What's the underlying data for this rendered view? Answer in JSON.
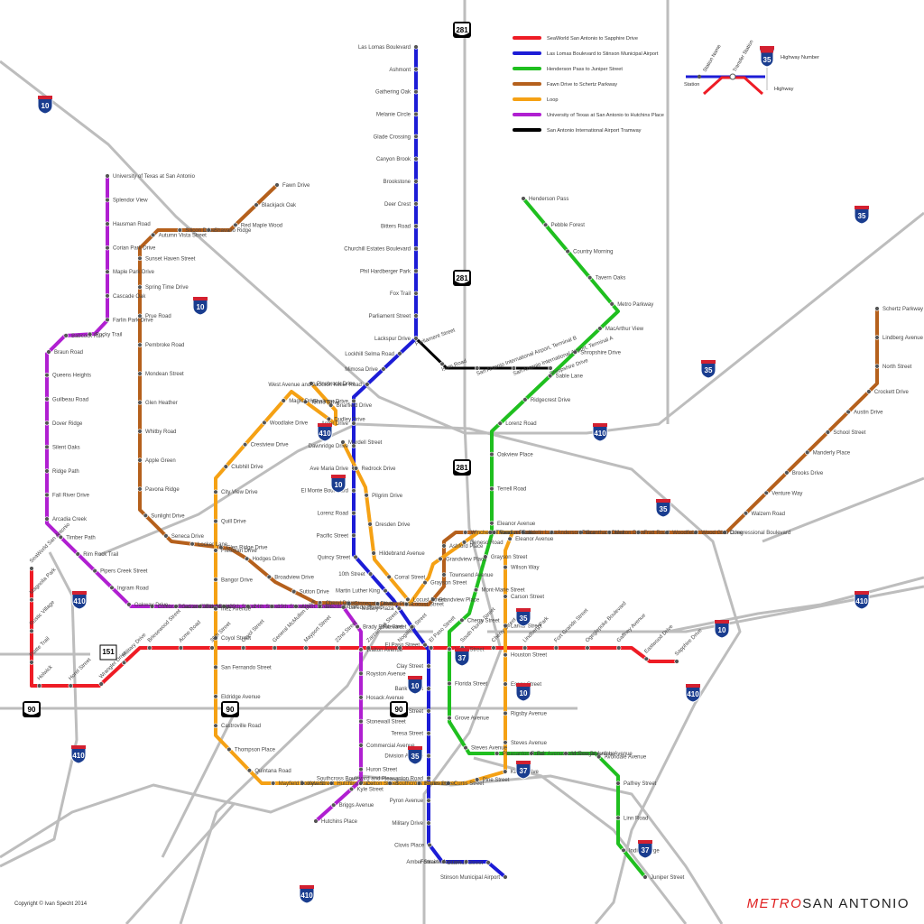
{
  "legend": {
    "lines": [
      {
        "id": "red",
        "color": "#ee1c25",
        "label": "SeaWorld San Antonio to Sapphire Drive"
      },
      {
        "id": "blue",
        "color": "#1c1cd6",
        "label": "Las Lomas Boulevard to Stinson Municipal Airport"
      },
      {
        "id": "green",
        "color": "#1fbf1f",
        "label": "Henderson Pass to Juniper Street"
      },
      {
        "id": "brown",
        "color": "#b5601c",
        "label": "Fawn Drive to Schertz Parkway"
      },
      {
        "id": "orange",
        "color": "#f5a114",
        "label": "Loop"
      },
      {
        "id": "purple",
        "color": "#b01fd1",
        "label": "University of Texas at San Antonio to Hutchins Place"
      },
      {
        "id": "black",
        "color": "#000000",
        "label": "San Antonio International Airport Tramway"
      }
    ],
    "key": {
      "station_name": "Station Name",
      "transfer_station": "Transfer Station",
      "station": "Station",
      "highway_number": "Highway Number",
      "highway": "Highway",
      "sample_shield": "35"
    }
  },
  "shields": [
    {
      "type": "interstate",
      "num": "10"
    },
    {
      "type": "interstate",
      "num": "10"
    },
    {
      "type": "interstate",
      "num": "10"
    },
    {
      "type": "interstate",
      "num": "10"
    },
    {
      "type": "interstate",
      "num": "10"
    },
    {
      "type": "interstate",
      "num": "10"
    },
    {
      "type": "interstate",
      "num": "35"
    },
    {
      "type": "interstate",
      "num": "35"
    },
    {
      "type": "interstate",
      "num": "35"
    },
    {
      "type": "interstate",
      "num": "35"
    },
    {
      "type": "interstate",
      "num": "35"
    },
    {
      "type": "interstate",
      "num": "35"
    },
    {
      "type": "interstate",
      "num": "37"
    },
    {
      "type": "interstate",
      "num": "37"
    },
    {
      "type": "interstate",
      "num": "37"
    },
    {
      "type": "interstate",
      "num": "410"
    },
    {
      "type": "interstate",
      "num": "410"
    },
    {
      "type": "interstate",
      "num": "410"
    },
    {
      "type": "interstate",
      "num": "410"
    },
    {
      "type": "interstate",
      "num": "410"
    },
    {
      "type": "interstate",
      "num": "410"
    },
    {
      "type": "interstate",
      "num": "410"
    },
    {
      "type": "us",
      "num": "281"
    },
    {
      "type": "us",
      "num": "281"
    },
    {
      "type": "us",
      "num": "281"
    },
    {
      "type": "us",
      "num": "90"
    },
    {
      "type": "us",
      "num": "90"
    },
    {
      "type": "us",
      "num": "90"
    },
    {
      "type": "state",
      "num": "151"
    }
  ],
  "stations": {
    "red": [
      "SeaWorld San Antonio",
      "Magnolia Park",
      "Rustic Village",
      "Platte Trail",
      "Holwick",
      "Horel Street",
      "Wrangler Drive",
      "Military Drive",
      "Briesewood Street",
      "Acme Road",
      "36th Street",
      "Coyol Street",
      "General McMullen Drive",
      "Mayport Street",
      "22nd Street",
      "Zarzamora Street",
      "Nogalitos Street",
      "El Paso Street",
      "South Flores Street",
      "Cherry Street",
      "Lindberg Park",
      "Fort Grande Street",
      "Ogeglepoke Boulevard",
      "Gaffney Avenue",
      "Eastwood Drive",
      "Sapphire Drive"
    ],
    "blue": [
      "Las Lomas Boulevard",
      "Ashmont",
      "Gathering Oak",
      "Melanie Circle",
      "Glade Crossing",
      "Canyon Brook",
      "Brookstone",
      "Deer Crest",
      "Bitters Road",
      "Churchill Estates Boulevard",
      "Phil Hardberger Park",
      "Fox Trail",
      "Parliament Street",
      "Lackspur Drive",
      "Lockhill Selma Road",
      "Mimosa Drive",
      "West Avenue and Jackson Keller Road",
      "Shalimar Drive",
      "Anter Drive",
      "Dawnridge Drive",
      "Ave Maria Drive",
      "El Monte Boulevard",
      "Lorenz Road",
      "Pacific Street",
      "Quincy Street",
      "10th Street",
      "Martin Luther King",
      "Military Plaza",
      "Fio Street",
      "El Paso Street",
      "Clay Street",
      "Bank Street",
      "Rigford Street",
      "Teresa Street",
      "Division Avenue",
      "Southcross Boulevard and Pleasanton Road",
      "Pyron Avenue",
      "Military Drive",
      "Clovis Place",
      "Amber Street",
      "Fontaine Avenue",
      "Cadmus Street",
      "Stinson Municipal Airport"
    ],
    "green": [
      "Henderson Pass",
      "Pebble Forest",
      "Country Morning",
      "Tavern Oaks",
      "Metro Parkway",
      "MacArthur View",
      "Shropshire Drive",
      "Sable Lane",
      "Ridgecrest Drive",
      "Lorenz Road",
      "Oakview Place",
      "Terrell Road",
      "Eleanor Avenue",
      "Grayson Street",
      "Mont-Marie Street",
      "Cherry Street",
      "Leigh Street",
      "Florida Street",
      "Grove Avenue",
      "Steves Avenue",
      "Pleasanton Road",
      "Fair Avenue and New Braunfels Avenue",
      "McDougal Avenue",
      "Avondale Avenue",
      "Palfrey Street",
      "Linn Road",
      "Indian Forge",
      "Juniper Street"
    ],
    "brown": [
      "Fawn Drive",
      "Blackjack Oak",
      "Red Maple Wood",
      "Shavano Ridge",
      "Silicon Drive",
      "Autumn Vista Street",
      "Sunset Haven Street",
      "Spring Time Drive",
      "Prue Road",
      "Pembroke Road",
      "Mondean Street",
      "Glen Heather",
      "Whitby Road",
      "Apple Green",
      "Pavona Ridge",
      "Sunlight Drive",
      "Seneca Drive",
      "Locker Lane",
      "Glen Ridge Drive",
      "Hodges Drive",
      "Broadview Drive",
      "Sutton Drive",
      "Cheryl Drive",
      "Stonegate Drive",
      "Ashby Place",
      "Locust Street",
      "Grandview Place",
      "Townsend Avenue",
      "Ashford Place",
      "Winchester Road",
      "Vandiver Road",
      "Kaelin Lane",
      "Anderson Place",
      "Grantham Drive",
      "Melton Drive",
      "Fratt Road",
      "Woodfield",
      "Wood Glen Drive",
      "Congressional Boulevard",
      "Walzem Road",
      "Venture Way",
      "Brooks Drive",
      "Manderly Place",
      "School Street",
      "Austin Drive",
      "Crockett Drive",
      "North Street",
      "Lindberg Avenue",
      "Schertz Parkway"
    ],
    "orange": [
      "Pinebrook Drive",
      "Briarfield Drive",
      "Dudley Drive",
      "Torino Drive",
      "Magic Drive",
      "Woodlake Drive",
      "Crestview Drive",
      "Clubhill Drive",
      "City View Drive",
      "Quill Drive",
      "Freeman Drive",
      "Bangor Drive",
      "Inez Avenue",
      "Coyol Street",
      "San Fernando Street",
      "Eldridge Avenue",
      "Castroville Road",
      "Thompson Place",
      "Quintana Road",
      "Mayfield Boulevard",
      "Kyle Street",
      "Hutchins Place",
      "Cotton Street",
      "Southcross Boulevard",
      "Flores Street",
      "Curtis Street",
      "Pine Street",
      "Kathy Drive",
      "Steves Avenue",
      "Rigsby Avenue",
      "Essex Street",
      "Houston Street",
      "Lamar Street",
      "Carson Street",
      "Wilson Way",
      "Eleanor Avenue",
      "Thorman Place",
      "Geneso Road",
      "Grandview Place",
      "Grayson Street",
      "Locust Street",
      "Corral Street",
      "Hildebrand Avenue",
      "Dresden Drive",
      "Pilgrim Drive",
      "Redrock Drive",
      "Mardell Street"
    ],
    "purple": [
      "University of Texas at San Antonio",
      "Splendor View",
      "Hausman Road",
      "Corian Park Drive",
      "Maple Park Drive",
      "Cascade Oak",
      "Farlin Park Drive",
      "Rocky Trail",
      "Babcock Run",
      "Braun Road",
      "Queens Heights",
      "Guilbeau Road",
      "Dover Ridge",
      "Silent Oaks",
      "Ridge Path",
      "Fall River Drive",
      "Arcadia Creek",
      "Timber Path",
      "Rim Rock Trail",
      "Pipers Creek Street",
      "Ingram Road",
      "Oakway Drive",
      "Culebra Road and 36th Street",
      "Gaston Santa Maria",
      "Fidel Street",
      "29th Street",
      "24th Street",
      "19th Street",
      "Albert Street",
      "Brazos Street",
      "Laredo Street",
      "Brady Boulevard",
      "Walton Avenue",
      "Royston Avenue",
      "Hosack Avenue",
      "Stonewall Street",
      "Commercial Avenue",
      "Huron Street",
      "Kyle Street",
      "Briggs Avenue",
      "Hutchins Place"
    ],
    "black": [
      "Parliament Street",
      "Isom Road",
      "San Antonio International Airport, Terminal B",
      "San Antonio International Airport, Terminal A",
      "Shropshire Drive"
    ]
  },
  "copyright": "Copyright © Ivan Specht 2014",
  "brand": {
    "metro": "METRO",
    "city": "SAN ANTONIO"
  }
}
